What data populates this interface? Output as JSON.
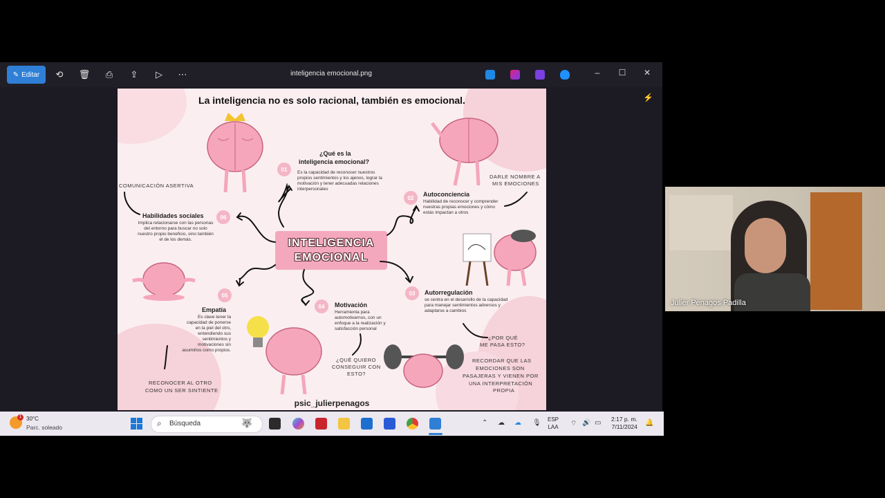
{
  "window": {
    "title": "inteligencia emocional.png",
    "edit_label": "Editar"
  },
  "infographic": {
    "title": "La inteligencia no es solo racional, también es emocional.",
    "center_line1": "INTELIGENCIA",
    "center_line2": "EMOCIONAL",
    "handle": "psic_julierpenagos",
    "s1": {
      "num": "01",
      "title1": "¿Qué es la",
      "title2": "inteligencia emocional?",
      "desc": "Es la capacidad de reconocer nuestros propios sentimientos y los ajenos, lograr la motivación y tener adecuadas relaciones interpersonales"
    },
    "s2": {
      "num": "02",
      "title": "Autoconciencia",
      "desc": "Habilidad de reconocer y comprender nuestras propias emociones y cómo estás impactan a otros"
    },
    "s3": {
      "num": "03",
      "title": "Autorregulación",
      "desc": "se centra en el desarrollo de la capacidad para manejar sentimientos adversos y adaptarse a cambios"
    },
    "s4": {
      "num": "04",
      "title": "Motivación",
      "desc": "Herramienta para automotivarnos, con un enfoque a la realización y satisfacción personal"
    },
    "s5": {
      "num": "05",
      "title": "Empatía",
      "desc": "Es clave tener la capacidad de ponerse en la piel del otro, entendiendo sus sentimientos y motivaciones sin asumirlos como propios."
    },
    "s6": {
      "num": "06",
      "title": "Habilidades sociales",
      "desc": "Implica relacionarse con las personas del entorno para buscar no solo nuestro propio beneficio, sino también el de los demás."
    },
    "note_asertiva": "COMUNICACIÓN ASERTIVA",
    "note_nombre1": "DARLE NOMBRE A",
    "note_nombre2": "MIS EMOCIONES",
    "note_porque1": "¿POR QUÉ",
    "note_porque2": "ME PASA ESTO?",
    "note_recordar1": "RECORDAR QUE LAS",
    "note_recordar2": "EMOCIONES SON",
    "note_recordar3": "PASAJERAS Y VIENEN POR",
    "note_recordar4": "UNA INTERPRETACIÓN",
    "note_recordar5": "PROPIA",
    "note_quiero1": "¿QUÉ QUIERO",
    "note_quiero2": "CONSEGUIR CON",
    "note_quiero3": "ESTO?",
    "note_reconocer1": "RECONOCER AL OTRO",
    "note_reconocer2": "COMO UN SER SINTIENTE"
  },
  "webcam": {
    "name": "Julier Penagos Padilla"
  },
  "taskbar": {
    "temperature": "30°C",
    "condition": "Parc. soleado",
    "weather_badge": "1",
    "search_placeholder": "Búsqueda",
    "lang1": "ESP",
    "lang2": "LAA",
    "time": "2:17 p. m.",
    "date": "7/11/2024"
  },
  "colors": {
    "accent": "#2f7fd6",
    "pink": "#f4a8bd"
  }
}
